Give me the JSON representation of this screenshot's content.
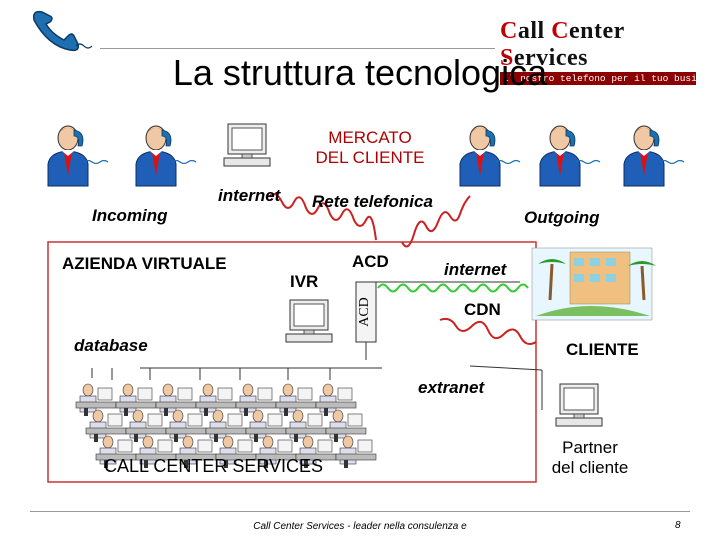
{
  "slide": {
    "title": "La struttura tecnologica",
    "footer": "Call Center Services - leader nella consulenza e",
    "page_number": "8"
  },
  "logo": {
    "name_part1": "C",
    "name_part2": "all ",
    "name_part3": "C",
    "name_part4": "enter ",
    "name_part5": "S",
    "name_part6": "ervices",
    "tagline": "il nostro telefono per il tuo business."
  },
  "labels": {
    "mercato": "MERCATO",
    "del_cliente": "DEL CLIENTE",
    "incoming": "Incoming",
    "outgoing": "Outgoing",
    "internet_top": "internet",
    "rete_telefonica": "Rete telefonica",
    "azienda_virtuale": "AZIENDA VIRTUALE",
    "ivr": "IVR",
    "acd": "ACD",
    "acd_vertical": "ACD",
    "internet_right": "internet",
    "cdn": "CDN",
    "database": "database",
    "cliente": "CLIENTE",
    "extranet": "extranet",
    "call_center_services": "CALL CENTER SERVICES",
    "partner_line1": "Partner",
    "partner_line2": "del cliente"
  },
  "colors": {
    "accent_red": "#b00000",
    "wave_red": "#cc2222",
    "wave_green": "#33cc33",
    "box_border": "#cc3333"
  }
}
